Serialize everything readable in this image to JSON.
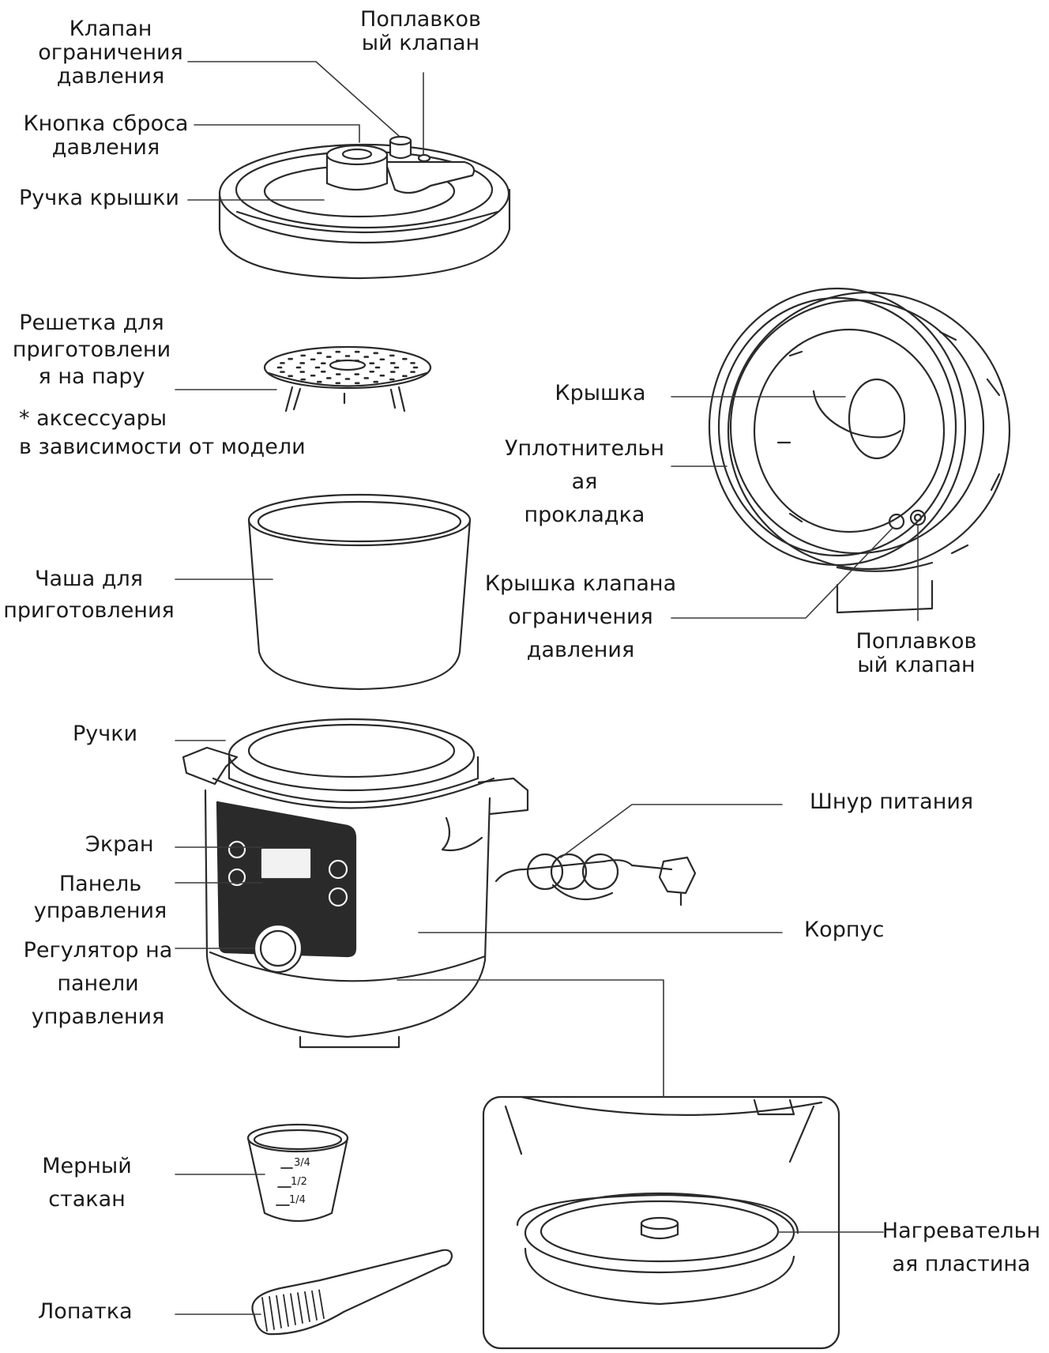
{
  "labels": {
    "pressure_limit_valve": "Клапан\nограничения\nдавления",
    "float_valve_top": "Поплавков\nый клапан",
    "pressure_release_button": "Кнопка сброса\nдавления",
    "lid_handle": "Ручка крышки",
    "steam_rack": "Решетка для\nприготовлени\nя на пару",
    "accessories_note": "* аксессуары\nв зависимости от модели",
    "inner_lid": "Крышка",
    "sealing_ring": "Уплотнительн\nая\nпрокладка",
    "cooking_bowl": "Чаша для\nприготовления",
    "valve_cover": "Крышка клапана\nограничения\nдавления",
    "float_valve_right": "Поплавков\nый клапан",
    "handles": "Ручки",
    "power_cord": "Шнур питания",
    "screen": "Экран",
    "control_panel": "Панель\nуправления",
    "body": "Корпус",
    "control_knob": "Регулятор на\nпанели\nуправления",
    "measuring_cup": "Мерный\nстакан",
    "spatula": "Лопатка",
    "heating_plate": "Нагревательн\nая пластина",
    "cup_marks": [
      "3/4",
      "1/2",
      "1/4"
    ]
  }
}
